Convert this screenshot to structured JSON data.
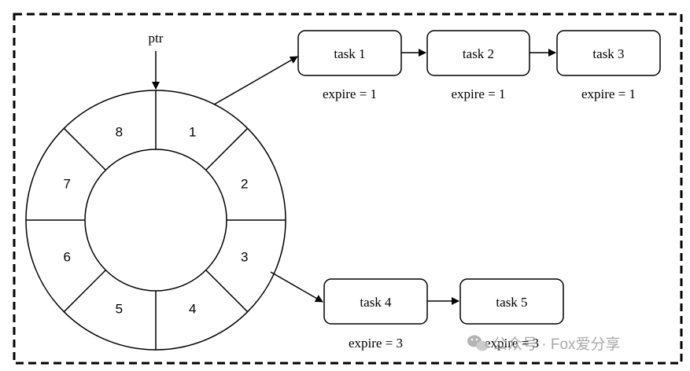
{
  "pointer": {
    "label": "ptr"
  },
  "wheel": {
    "slots": [
      {
        "label": "1"
      },
      {
        "label": "2"
      },
      {
        "label": "3"
      },
      {
        "label": "4"
      },
      {
        "label": "5"
      },
      {
        "label": "6"
      },
      {
        "label": "7"
      },
      {
        "label": "8"
      }
    ]
  },
  "chains": {
    "slot1": {
      "tasks": [
        {
          "name": "task 1",
          "expire": "expire = 1"
        },
        {
          "name": "task 2",
          "expire": "expire = 1"
        },
        {
          "name": "task 3",
          "expire": "expire = 1"
        }
      ]
    },
    "slot3": {
      "tasks": [
        {
          "name": "task 4",
          "expire": "expire = 3"
        },
        {
          "name": "task 5",
          "expire": "expire = 3"
        }
      ]
    }
  },
  "watermark": {
    "text": "公众号 · Fox爱分享"
  },
  "colors": {
    "stroke": "#000000",
    "watermark": "#9a9a9a"
  }
}
